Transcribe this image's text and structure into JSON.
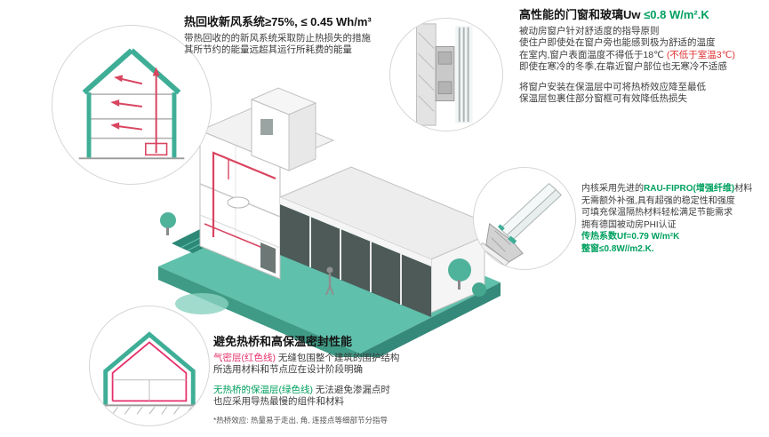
{
  "colors": {
    "accent_green_text": "#00a05f",
    "accent_teal_illustration": "#3fae97",
    "platform_teal": "#5fc0ab",
    "airtight_red": "#e5306a",
    "warning_red": "#e03030",
    "duct_red": "#d94560"
  },
  "hrv": {
    "title": "热回收新风系统≥75%, ≤ 0.45 Wh/m³",
    "line1": "带热回收的的新风系统采取防止热损失的措施",
    "line2": "其所节约的能量远超其运行所耗费的能量"
  },
  "window": {
    "title_prefix": "高性能的门窗和玻璃Uw ",
    "title_value": "≤0.8 W/m².K",
    "l1": "被动房窗户针对舒适度的指导原则",
    "l2": "使住户即使处在窗户旁也能感到极为舒适的温度",
    "l3a": "在室内,窗户表面温度不得低于18℃ ",
    "l3b": "(不低于室温3℃)",
    "l4": "即使在寒冷的冬季,在靠近窗户部位也无寒冷不适感",
    "l5": "将窗户安装在保温层中可将热桥效应降至最低",
    "l6": "保温层包裹住部分窗框可有效降低热损失"
  },
  "profile": {
    "l1a": "内核采用先进的",
    "l1b": "RAU-FIPRO(增强纤维)",
    "l1c": "材料",
    "l2": "无需额外补强,具有超强的稳定性和强度",
    "l3": "可填充保温隔热材料轻松满足节能需求",
    "l4": "拥有德国被动房PHI认证",
    "l5": "传热系数Uf=0.79 W/m²K",
    "l6": "整窗≤0.8W//m2.K."
  },
  "thermal": {
    "title": "避免热桥和高保温密封性能",
    "l1a": "气密层(红色线)",
    "l1b": " 无缝包围整个建筑的围护结构",
    "l2": "所选用材料和节点应在设计阶段明确",
    "l3a": "无热桥的保温层(绿色线)",
    "l3b": " 无法避免渗漏点时",
    "l4": "也应采用导热最慢的组件和材料",
    "footnote": "*热桥效应: 热量易于走出, 角, 连接点等细部节分指导"
  }
}
